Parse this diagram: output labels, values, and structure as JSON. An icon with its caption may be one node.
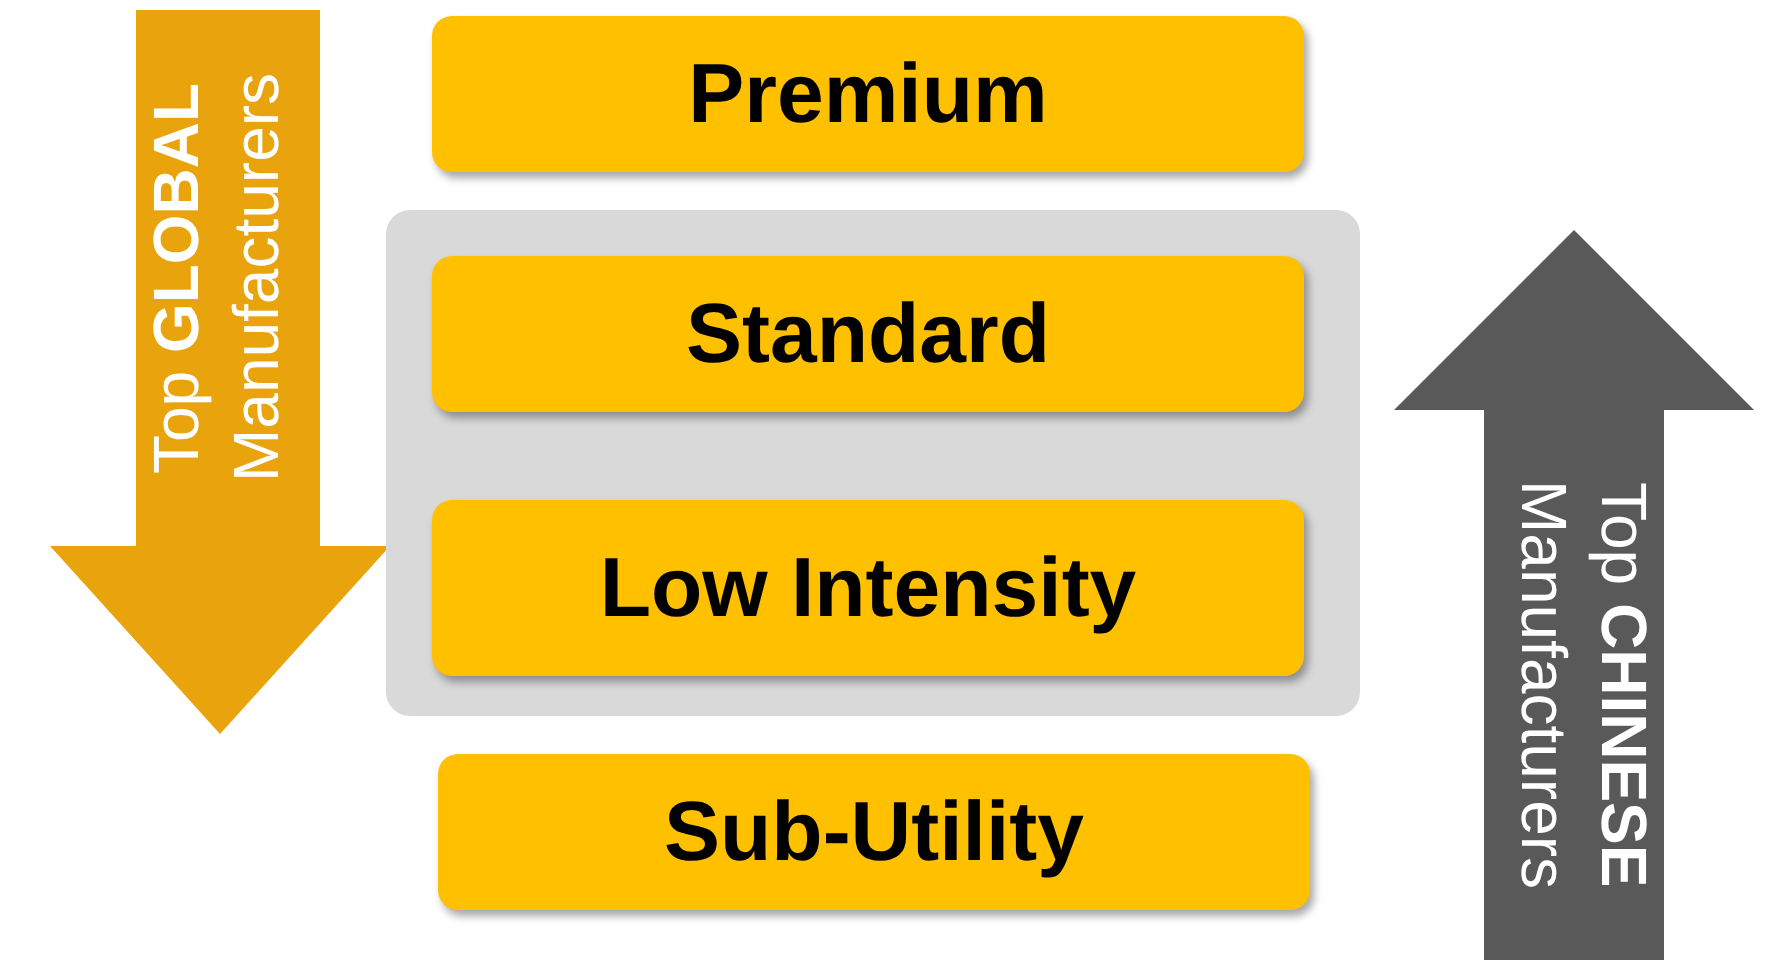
{
  "diagram": {
    "nodes": [
      {
        "text": [
          "Top **GLOBAL** Manufacturers"
        ]
      },
      {
        "text": [
          "Premium"
        ]
      },
      {
        "text": [],
        "shape": "box"
      },
      {
        "text": [
          "Standard"
        ],
        "in": 2
      },
      {
        "text": [
          "Low Intensity"
        ],
        "in": 2
      },
      {
        "text": [
          "Sub-Utility"
        ]
      },
      {
        "text": [
          "Top **CHINESE** Manufacturers"
        ]
      }
    ]
  }
}
